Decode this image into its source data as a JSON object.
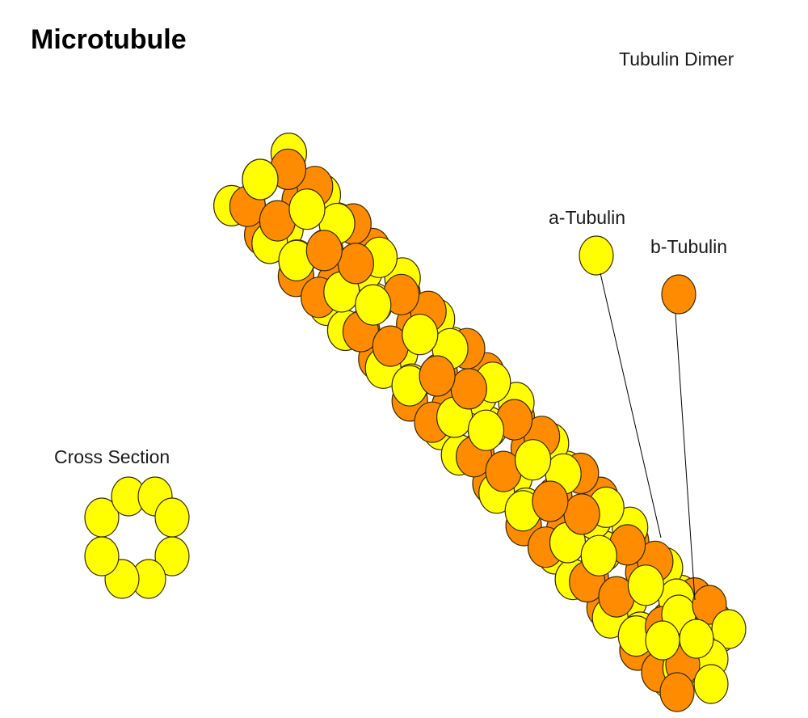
{
  "title": "Microtubule",
  "dimer_title": "Tubulin Dimer",
  "alpha_label": "a-Tubulin",
  "beta_label": "b-Tubulin",
  "cross_section_label": "Cross Section",
  "colors": {
    "alpha": "#FFFF00",
    "beta": "#FF8C00",
    "outline": "#3a2a00",
    "leader": "#000000"
  }
}
